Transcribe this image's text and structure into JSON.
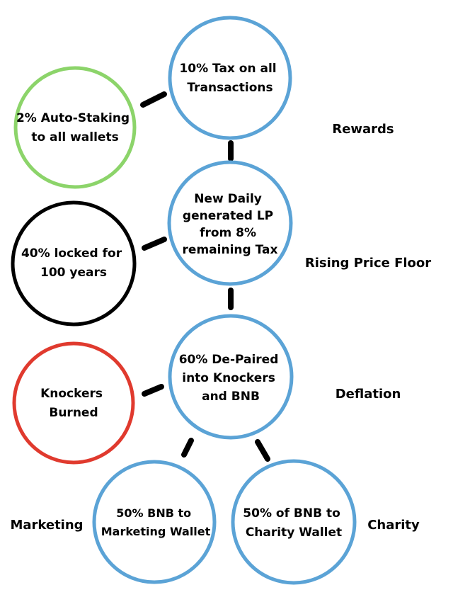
{
  "colors": {
    "blue": "#5ba3d6",
    "green": "#8cd46a",
    "black": "#000000",
    "red": "#e03a2e",
    "connector": "#000000"
  },
  "nodes": {
    "tax": {
      "lines": [
        "10% Tax on all",
        "Transactions"
      ]
    },
    "autostake": {
      "lines": [
        "2% Auto-Staking",
        "to all wallets"
      ]
    },
    "lp": {
      "lines": [
        "New Daily",
        "generated LP",
        "from 8%",
        "remaining Tax"
      ]
    },
    "locked": {
      "lines": [
        "40% locked for",
        "100 years"
      ]
    },
    "depaired": {
      "lines": [
        "60% De-Paired",
        "into Knockers",
        "and BNB"
      ]
    },
    "burned": {
      "lines": [
        "Knockers",
        "Burned"
      ]
    },
    "marketing_wallet": {
      "lines": [
        "50% BNB to",
        "Marketing Wallet"
      ]
    },
    "charity_wallet": {
      "lines": [
        "50% of BNB to",
        "Charity Wallet"
      ]
    }
  },
  "labels": {
    "rewards": "Rewards",
    "rising_price_floor": "Rising Price Floor",
    "deflation": "Deflation",
    "marketing": "Marketing",
    "charity": "Charity"
  }
}
